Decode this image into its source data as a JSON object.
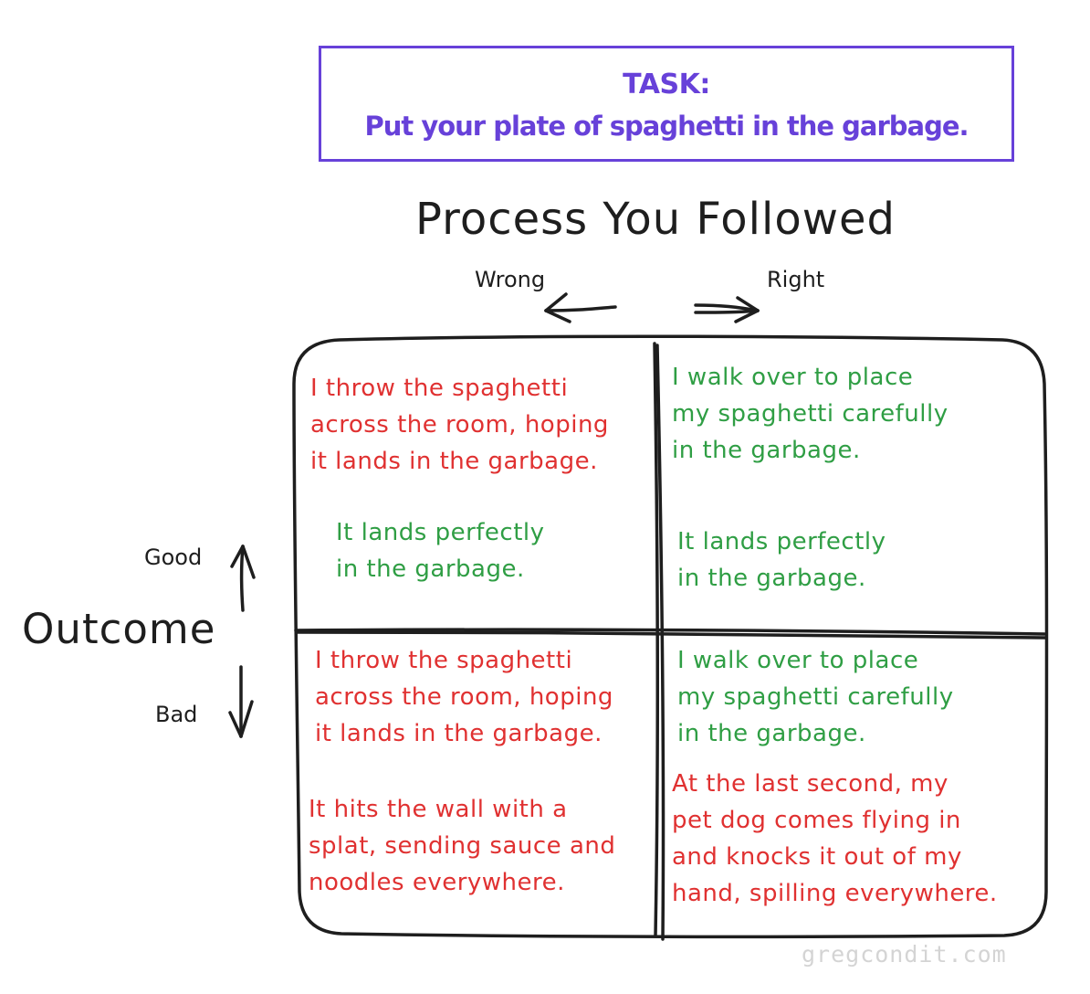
{
  "task": {
    "title": "TASK:",
    "text": "Put your plate of spaghetti in the garbage."
  },
  "axes": {
    "process_title": "Process You Followed",
    "wrong_label": "Wrong",
    "right_label": "Right",
    "outcome_title": "Outcome",
    "good_label": "Good",
    "bad_label": "Bad"
  },
  "quadrants": {
    "top_left": {
      "process": "I throw the spaghetti\nacross the room, hoping\nit lands in the garbage.",
      "outcome": "It lands perfectly\nin the garbage."
    },
    "top_right": {
      "process": "I walk over to place\nmy spaghetti carefully\nin the garbage.",
      "outcome": "It lands perfectly\nin the garbage."
    },
    "bottom_left": {
      "process": "I throw the spaghetti\nacross the room, hoping\nit lands in the garbage.",
      "outcome": "It hits the wall with a\nsplat, sending sauce and\nnoodles everywhere."
    },
    "bottom_right": {
      "process": "I walk over to place\nmy spaghetti carefully\nin the garbage.",
      "outcome": "At the last second, my\npet dog comes flying in\nand knocks it out of my\nhand, spilling everywhere."
    }
  },
  "watermark": "gregcondit.com",
  "colors": {
    "task": "#6741d9",
    "wrong_text": "#e03131",
    "right_text": "#2f9e44",
    "ink": "#1e1e1e"
  }
}
